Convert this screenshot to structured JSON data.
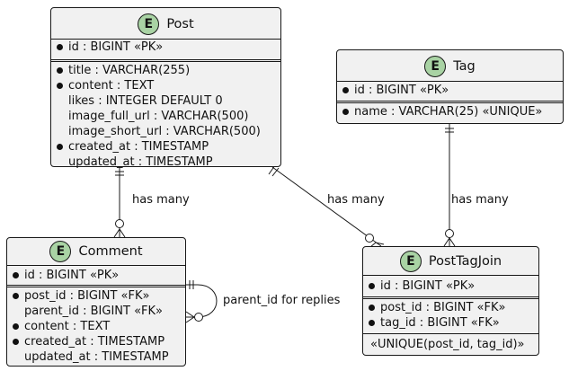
{
  "entities": {
    "post": {
      "name": "Post",
      "badge": "E",
      "pk": "id : BIGINT «PK»",
      "fields": [
        {
          "text": "title : VARCHAR(255)",
          "mandatory": true
        },
        {
          "text": "content : TEXT",
          "mandatory": true
        },
        {
          "text": "likes : INTEGER DEFAULT 0",
          "mandatory": false
        },
        {
          "text": "image_full_url : VARCHAR(500)",
          "mandatory": false
        },
        {
          "text": "image_short_url : VARCHAR(500)",
          "mandatory": false
        },
        {
          "text": "created_at : TIMESTAMP",
          "mandatory": true
        },
        {
          "text": "updated_at : TIMESTAMP",
          "mandatory": false
        }
      ]
    },
    "tag": {
      "name": "Tag",
      "badge": "E",
      "pk": "id : BIGINT «PK»",
      "fields": [
        {
          "text": "name : VARCHAR(25) «UNIQUE»",
          "mandatory": true
        }
      ]
    },
    "comment": {
      "name": "Comment",
      "badge": "E",
      "pk": "id : BIGINT «PK»",
      "fields": [
        {
          "text": "post_id : BIGINT «FK»",
          "mandatory": true
        },
        {
          "text": "parent_id : BIGINT «FK»",
          "mandatory": false
        },
        {
          "text": "content : TEXT",
          "mandatory": true
        },
        {
          "text": "created_at : TIMESTAMP",
          "mandatory": true
        },
        {
          "text": "updated_at : TIMESTAMP",
          "mandatory": false
        }
      ]
    },
    "posttagjoin": {
      "name": "PostTagJoin",
      "badge": "E",
      "pk": "id : BIGINT «PK»",
      "fields": [
        {
          "text": "post_id : BIGINT «FK»",
          "mandatory": true
        },
        {
          "text": "tag_id : BIGINT «FK»",
          "mandatory": true
        }
      ],
      "constraint": "«UNIQUE(post_id, tag_id)»"
    }
  },
  "relations": [
    {
      "from": "Post",
      "to": "Comment",
      "label": "has many",
      "from_card": "exactly-one",
      "to_card": "zero-or-many"
    },
    {
      "from": "Post",
      "to": "PostTagJoin",
      "label": "has many",
      "from_card": "exactly-one",
      "to_card": "zero-or-many"
    },
    {
      "from": "Tag",
      "to": "PostTagJoin",
      "label": "has many",
      "from_card": "exactly-one",
      "to_card": "zero-or-many"
    },
    {
      "from": "Comment",
      "to": "Comment",
      "label": "parent_id for replies",
      "from_card": "exactly-one",
      "to_card": "zero-or-many"
    }
  ],
  "colors": {
    "entity_fill": "#f1f1f1",
    "badge_fill": "#a9d3a4",
    "line": "#181818"
  }
}
